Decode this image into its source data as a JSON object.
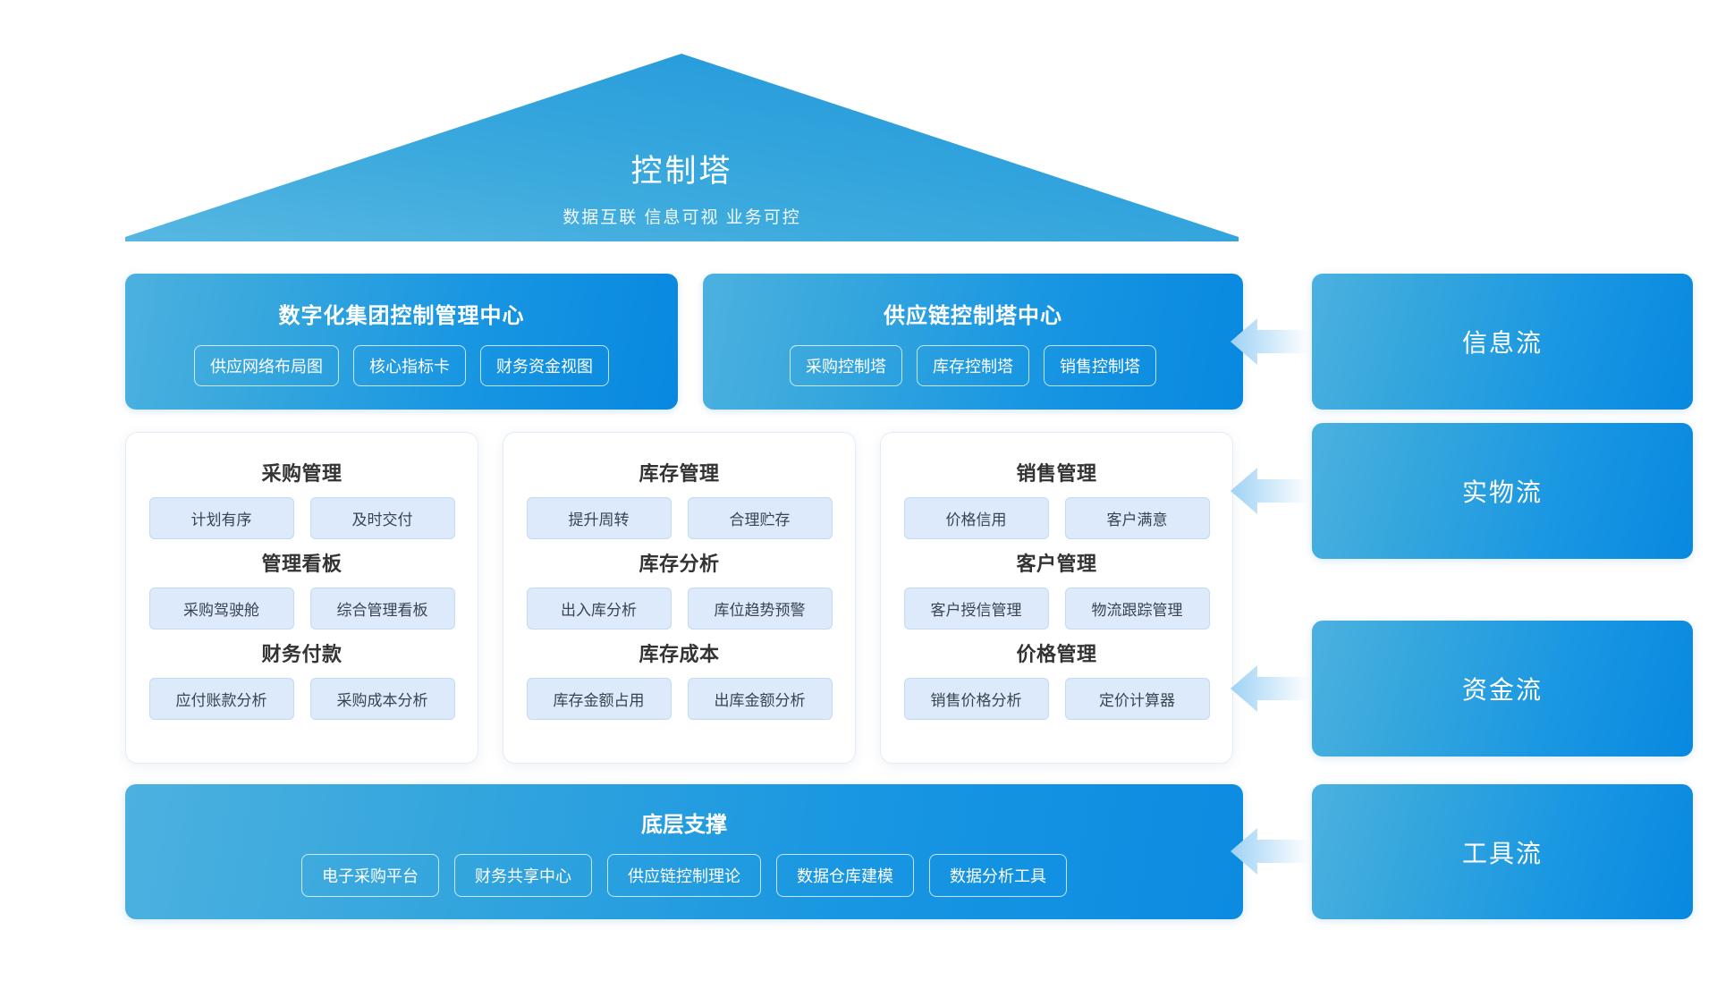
{
  "roof": {
    "title": "控制塔",
    "subtitle": "数据互联  信息可视  业务可控"
  },
  "top_cards": [
    {
      "title": "数字化集团控制管理中心",
      "pills": [
        "供应网络布局图",
        "核心指标卡",
        "财务资金视图"
      ]
    },
    {
      "title": "供应链控制塔中心",
      "pills": [
        "采购控制塔",
        "库存控制塔",
        "销售控制塔"
      ]
    }
  ],
  "panels": [
    {
      "name": "采购管理面板",
      "groups": [
        {
          "heading": "采购管理",
          "pills": [
            "计划有序",
            "及时交付"
          ]
        },
        {
          "heading": "管理看板",
          "pills": [
            "采购驾驶舱",
            "综合管理看板"
          ]
        },
        {
          "heading": "财务付款",
          "pills": [
            "应付账款分析",
            "采购成本分析"
          ]
        }
      ]
    },
    {
      "name": "库存管理面板",
      "groups": [
        {
          "heading": "库存管理",
          "pills": [
            "提升周转",
            "合理贮存"
          ]
        },
        {
          "heading": "库存分析",
          "pills": [
            "出入库分析",
            "库位趋势预警"
          ]
        },
        {
          "heading": "库存成本",
          "pills": [
            "库存金额占用",
            "出库金额分析"
          ]
        }
      ]
    },
    {
      "name": "销售管理面板",
      "groups": [
        {
          "heading": "销售管理",
          "pills": [
            "价格信用",
            "客户满意"
          ]
        },
        {
          "heading": "客户管理",
          "pills": [
            "客户授信管理",
            "物流跟踪管理"
          ]
        },
        {
          "heading": "价格管理",
          "pills": [
            "销售价格分析",
            "定价计算器"
          ]
        }
      ]
    }
  ],
  "support": {
    "title": "底层支撑",
    "pills": [
      "电子采购平台",
      "财务共享中心",
      "供应链控制理论",
      "数据仓库建模",
      "数据分析工具"
    ]
  },
  "flows": [
    {
      "label": "信息流"
    },
    {
      "label": "实物流"
    },
    {
      "label": "资金流"
    },
    {
      "label": "工具流"
    }
  ],
  "colors": {
    "blue_light": "#4cb1e0",
    "blue_dark": "#0888e0",
    "roof_fill": "#2f9fda",
    "pill_fill": "#dceafb",
    "pill_border": "#c3daf4",
    "heading_text": "#333333",
    "arrow_blue": "#a9d6f5",
    "background": "#ffffff"
  }
}
